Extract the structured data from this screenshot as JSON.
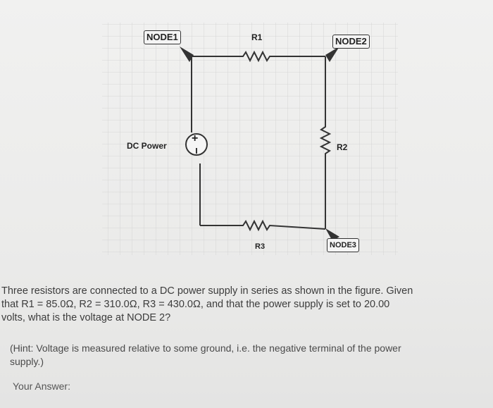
{
  "figure": {
    "nodes": {
      "node1": "NODE1",
      "node2": "NODE2",
      "node3": "NODE3"
    },
    "components": {
      "r1": "R1",
      "r2": "R2",
      "r3": "R3",
      "dc_power": "DC Power",
      "plus": "+"
    }
  },
  "question": {
    "line1": "Three resistors are connected to a DC power supply in series as shown in the figure. Given",
    "line2": "that R1 = 85.0Ω, R2 = 310.0Ω, R3 = 430.0Ω, and that the power supply is set to 20.00",
    "line3": "volts, what is the voltage at NODE 2?"
  },
  "hint": {
    "line1": "(Hint: Voltage is measured relative to some ground, i.e. the negative terminal of the power",
    "line2": "supply.)"
  },
  "answer": {
    "label": "Your Answer:"
  },
  "colors": {
    "wire": "#333333",
    "grid": "#c9c9c9"
  }
}
